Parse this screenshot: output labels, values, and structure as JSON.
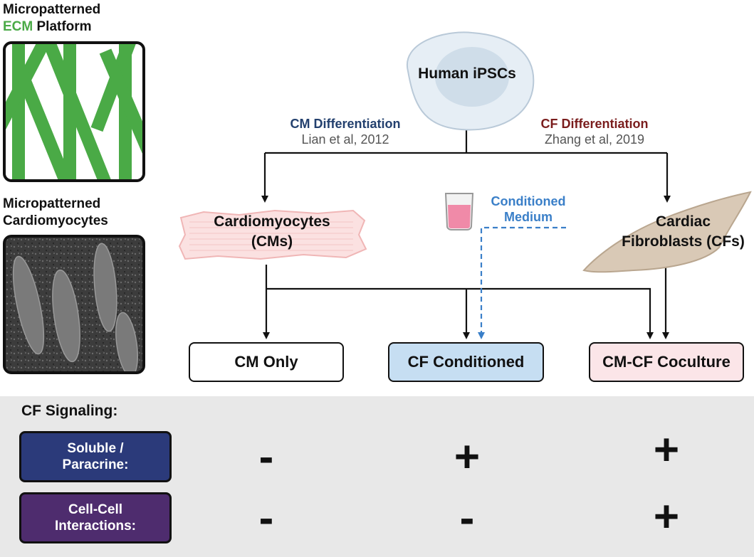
{
  "left_panel": {
    "ecm_title_line1": "Micropatterned",
    "ecm_title_word_green": "ECM",
    "ecm_title_word_rest": " Platform",
    "cm_title_line1": "Micropatterned",
    "cm_title_line2": "Cardiomyocytes"
  },
  "flow": {
    "source": "Human iPSCs",
    "cm_diff_title": "CM Differentiation",
    "cm_diff_ref": "Lian et al, 2012",
    "cf_diff_title": "CF Differentiation",
    "cf_diff_ref": "Zhang et al, 2019",
    "cm_node_line1": "Cardiomyocytes",
    "cm_node_line2": "(CMs)",
    "cf_node_line1": "Cardiac",
    "cf_node_line2": "Fibroblasts (CFs)",
    "medium_line1": "Conditioned",
    "medium_line2": "Medium"
  },
  "outcomes": {
    "cm_only": "CM Only",
    "cf_conditioned": "CF Conditioned",
    "coculture": "CM-CF Coculture"
  },
  "signaling": {
    "title": "CF Signaling:",
    "rows": [
      {
        "label_line1": "Soluble /",
        "label_line2": "Paracrine:",
        "values": [
          "-",
          "+",
          "+"
        ]
      },
      {
        "label_line1": "Cell-Cell",
        "label_line2": "Interactions:",
        "values": [
          "-",
          "-",
          "+"
        ]
      }
    ]
  },
  "colors": {
    "ecm_green": "#4aaa46",
    "cm_diff_blue": "#23406e",
    "cf_diff_red": "#7a1d1d",
    "medium_blue": "#3a7fc8",
    "cf_conditioned_fill": "#c6def2",
    "coculture_fill": "#fbe5e8",
    "soluble_label_fill": "#2b3a7a",
    "cellcell_label_fill": "#4e2c6e",
    "signal_panel_bg": "#e8e8e8"
  }
}
